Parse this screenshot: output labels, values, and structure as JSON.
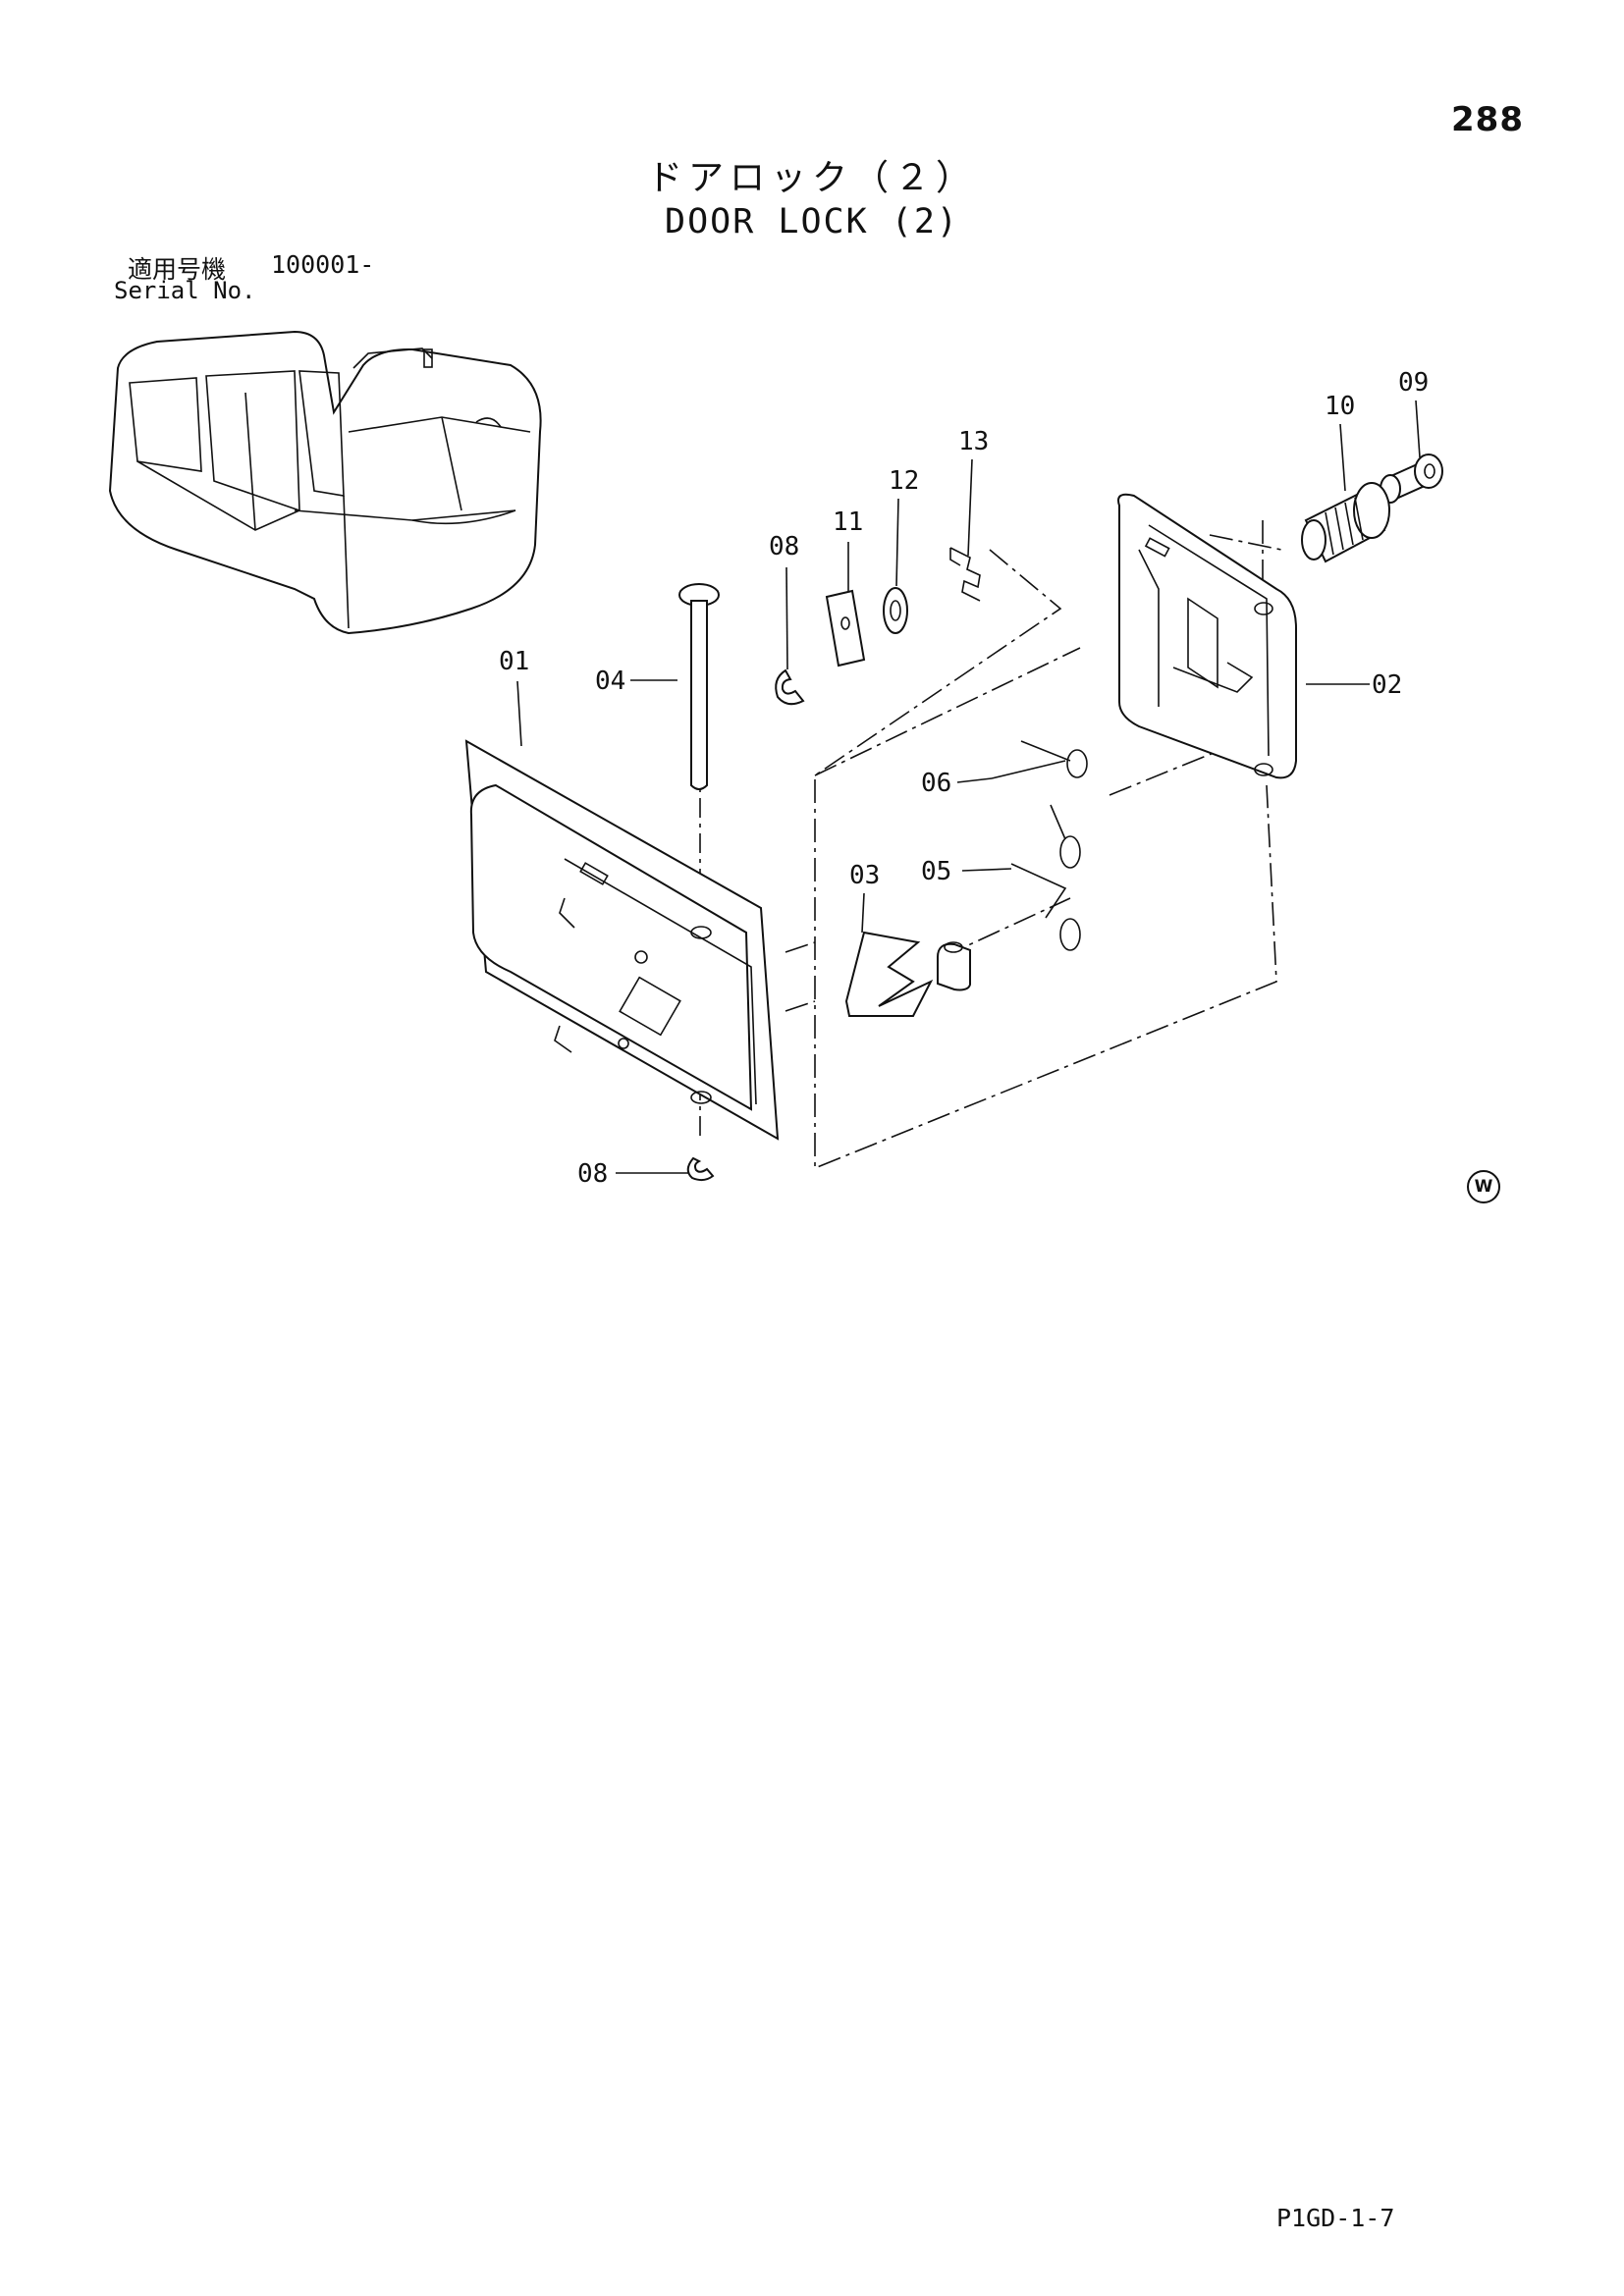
{
  "page": {
    "number": "288",
    "title_jp": "ドアロック（２）",
    "title_en": "DOOR LOCK (2)",
    "serial_label_jp": "適用号機",
    "serial_value": "100001-",
    "serial_label_en": "Serial No.",
    "doc_code": "P1GD-1-7",
    "mark": "W"
  },
  "callouts": {
    "c01": "01",
    "c02": "02",
    "c03": "03",
    "c04": "04",
    "c05": "05",
    "c06": "06",
    "c08_top": "08",
    "c08_bottom": "08",
    "c09": "09",
    "c10": "10",
    "c11": "11",
    "c12": "12",
    "c13": "13"
  }
}
